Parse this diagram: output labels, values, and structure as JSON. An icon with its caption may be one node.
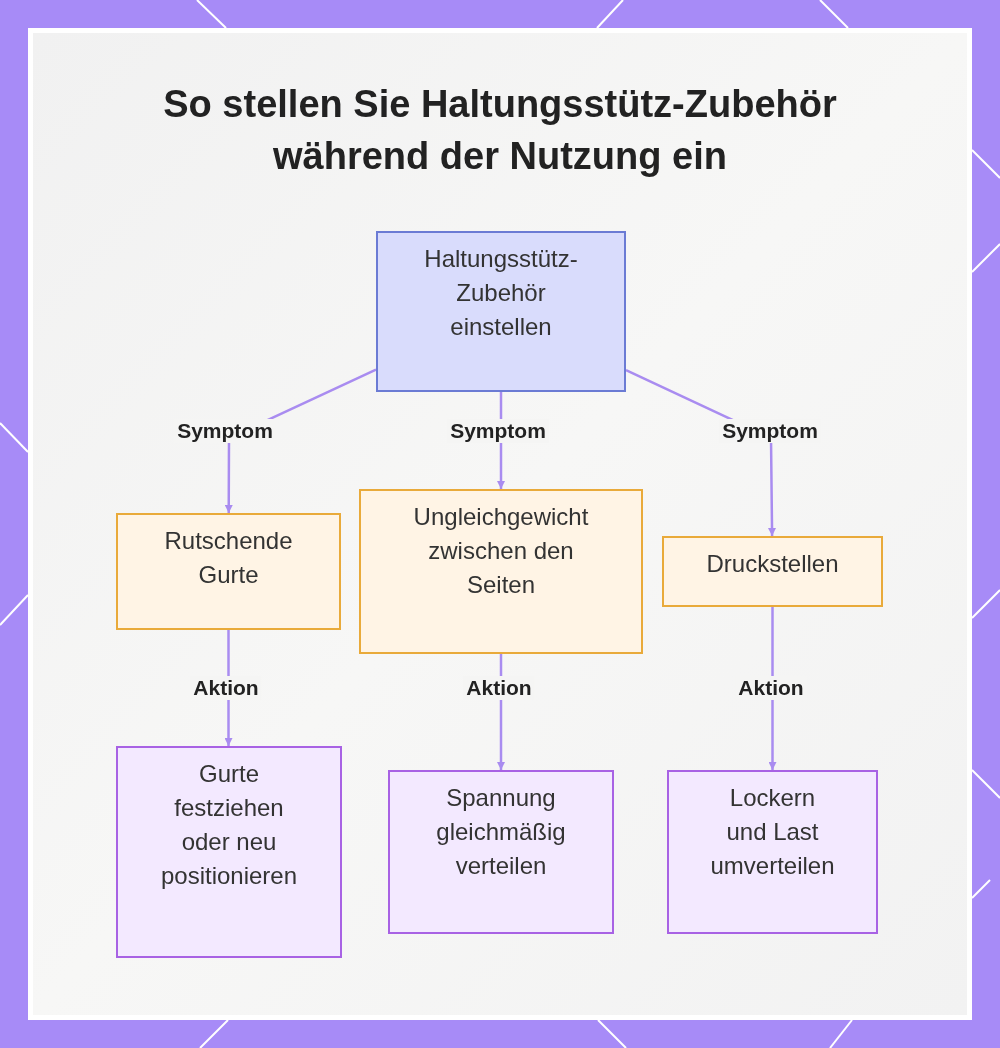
{
  "diagram": {
    "title": "So stellen Sie Haltungsstütz-Zubehör während der Nutzung ein",
    "nodes": [
      {
        "text": [
          "Haltungsstütz-Zubehör einstellen"
        ]
      },
      {
        "text": [
          "Rutschende Gurte"
        ]
      },
      {
        "text": [
          "Ungleichgewicht zwischen den Seiten"
        ]
      },
      {
        "text": [
          "Druckstellen"
        ]
      },
      {
        "text": [
          "Gurte festziehen oder neu positionieren"
        ]
      },
      {
        "text": [
          "Spannung gleichmäßig verteilen"
        ]
      },
      {
        "text": [
          "Lockern und Last umverteilen"
        ]
      }
    ],
    "edges": [
      {
        "from": 0,
        "to": 1,
        "arrow": "to",
        "label": "Symptom"
      },
      {
        "from": 0,
        "to": 2,
        "arrow": "to",
        "label": "Symptom"
      },
      {
        "from": 0,
        "to": 3,
        "arrow": "to",
        "label": "Symptom"
      },
      {
        "from": 1,
        "to": 4,
        "arrow": "to",
        "label": "Aktion"
      },
      {
        "from": 2,
        "to": 5,
        "arrow": "to",
        "label": "Aktion"
      },
      {
        "from": 3,
        "to": 6,
        "arrow": "to",
        "label": "Aktion"
      }
    ]
  }
}
